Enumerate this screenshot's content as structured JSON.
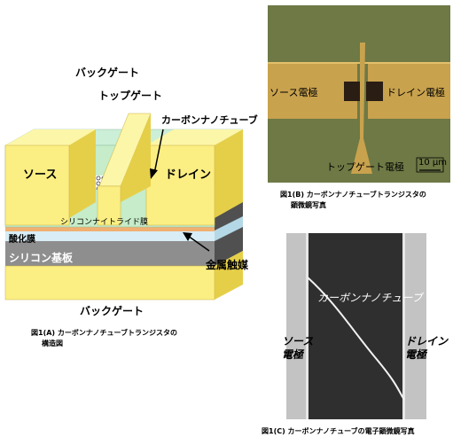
{
  "figA": {
    "back_gate_top": "バックゲート",
    "top_gate": "トップゲート",
    "cnt": "カーボンナノチューブ",
    "source": "ソース",
    "drain": "ドレイン",
    "sin": "シリコンナイトライド膜",
    "oxide": "酸化膜",
    "silicon": "シリコン基板",
    "metal": "金属触媒",
    "back_gate_bottom": "バックゲート",
    "caption_line1": "図1(A) カーボンナノチューブトランジスタの",
    "caption_line2": "構造図"
  },
  "figB": {
    "source_electrode": "ソース電極",
    "drain_electrode": "ドレイン電極",
    "top_gate_electrode": "トップゲート電極",
    "scale": "10 μm",
    "caption_line1": "図1(B) カーボンナノチューブトランジスタの",
    "caption_line2": "顕微鏡写真",
    "colors": {
      "background": "#6f7a46",
      "electrode": "#c9a24e",
      "pad": "#2a1d14"
    }
  },
  "figC": {
    "cnt": "カーボンナノチューブ",
    "source_line1": "ソース",
    "source_line2": "電極",
    "drain_line1": "ドレイン",
    "drain_line2": "電極",
    "caption": "図1(C) カーボンナノチューブの電子顕微鏡写真"
  }
}
